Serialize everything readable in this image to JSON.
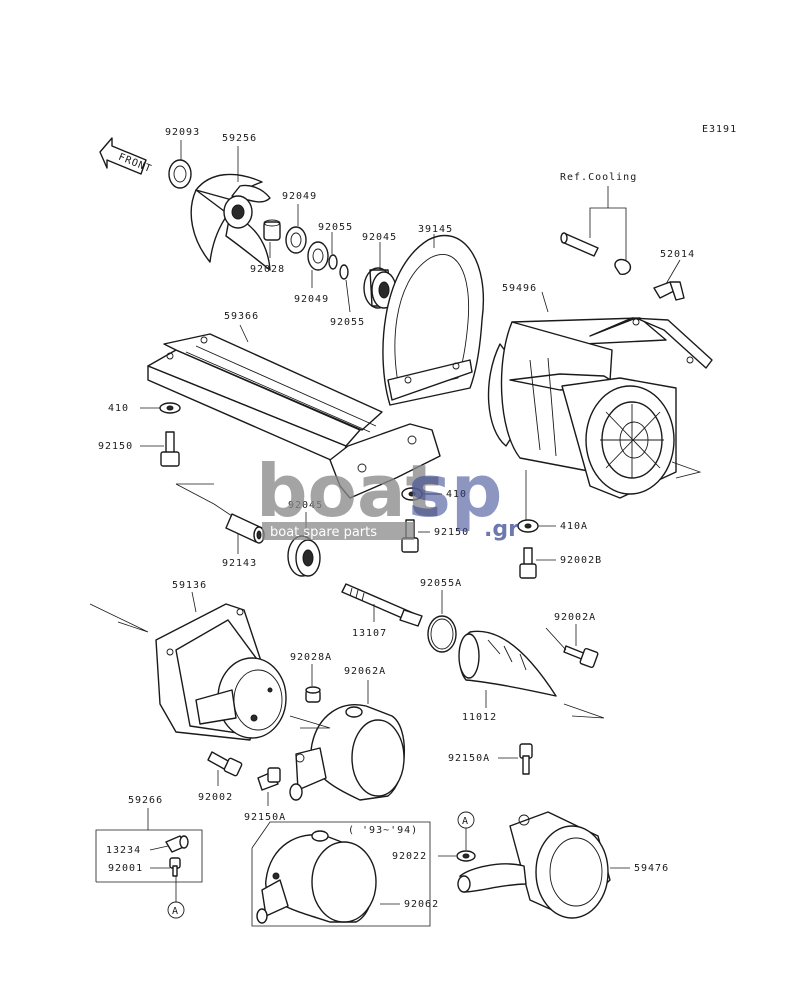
{
  "diagram": {
    "code": "E3191",
    "front_label": "FRONT",
    "ref_cooling": "Ref.Cooling",
    "years_note": "( '93~'94)",
    "marker_a": "A",
    "parts": {
      "p92093": "92093",
      "p59256": "59256",
      "p92049a": "92049",
      "p92049b": "92049",
      "p92028": "92028",
      "p92055a": "92055",
      "p92055b": "92055",
      "p92045a": "92045",
      "p92045b": "92045",
      "p39145": "39145",
      "p52014": "52014",
      "p59496": "59496",
      "p59366": "59366",
      "p410a": "410",
      "p410b": "410",
      "p410A": "410A",
      "p92150a": "92150",
      "p92150b": "92150",
      "p92143": "92143",
      "p92002B": "92002B",
      "p59136": "59136",
      "p92055A": "92055A",
      "p13107": "13107",
      "p92002A": "92002A",
      "p92028A": "92028A",
      "p92062A": "92062A",
      "p11012": "11012",
      "p92002": "92002",
      "p92150A": "92150A",
      "p92150A2": "92150A",
      "p59266": "59266",
      "p13234": "13234",
      "p92001": "92001",
      "p92022": "92022",
      "p59476": "59476",
      "p92062": "92062"
    }
  },
  "watermark": {
    "brand_left": "boat",
    "brand_right": "sp",
    "suffix": ".gr",
    "tagline": "boat spare parts"
  }
}
